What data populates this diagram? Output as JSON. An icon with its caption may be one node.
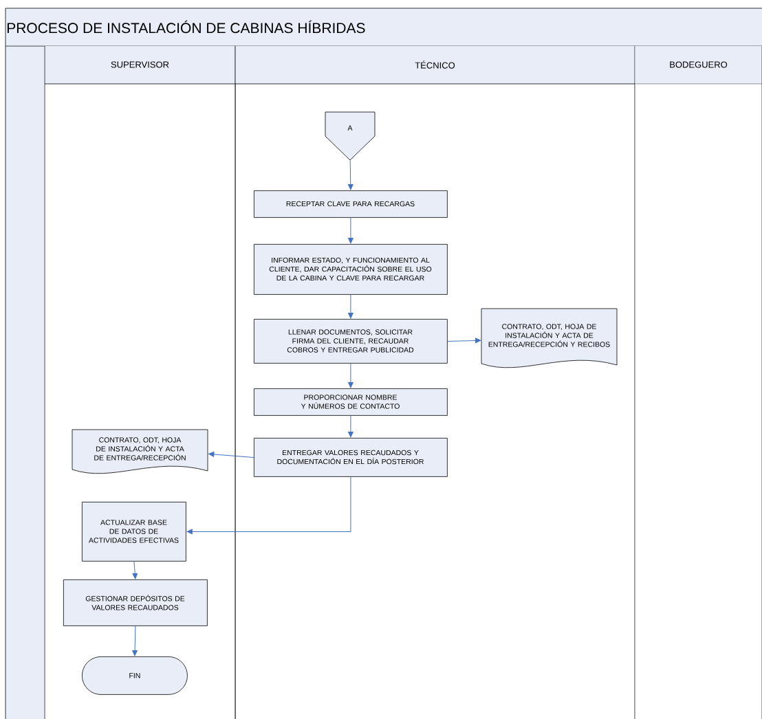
{
  "diagram": {
    "nodes": [
      {
        "text": [
          "PROCESO DE INSTALACIÓN DE CABINAS HÍBRIDAS"
        ]
      },
      {
        "text": [
          "SUPERVISOR"
        ],
        "in": 0
      },
      {
        "text": [
          "TÉCNICO"
        ],
        "in": 0
      },
      {
        "text": [
          "BODEGUERO"
        ],
        "in": 0
      },
      {
        "text": [
          "A"
        ],
        "in": 2
      },
      {
        "text": [
          "RECEPTAR CLAVE PARA RECARGAS"
        ],
        "in": 2
      },
      {
        "text": [
          "INFORMAR ESTADO, Y FUNCIONAMIENTO AL CLIENTE, DAR CAPACITACIÓN SOBRE EL USO DE LA CABINA Y CLAVE PARA RECARGAR"
        ],
        "in": 2
      },
      {
        "text": [
          "LLENAR DOCUMENTOS, SOLICITAR FIRMA DEL CLIENTE, RECAUDAR COBROS Y ENTREGAR PUBLICIDAD"
        ],
        "in": 2
      },
      {
        "text": [
          "CONTRATO, ODT, HOJA DE INSTALACIÓN Y ACTA DE ENTREGA/RECEPCIÓN Y RECIBOS"
        ],
        "in": 2
      },
      {
        "text": [
          "PROPORCIONAR NOMBRE Y NÚMEROS DE CONTACTO"
        ],
        "in": 2
      },
      {
        "text": [
          "CONTRATO, ODT, HOJA DE INSTALACIÓN Y ACTA DE ENTREGA/RECEPCIÓN"
        ],
        "in": 1
      },
      {
        "text": [
          "ENTREGAR VALORES RECAUDADOS Y DOCUMENTACIÓN EN EL DÍA POSTERIOR"
        ],
        "in": 2
      },
      {
        "text": [
          "ACTUALIZAR BASE DE DATOS DE ACTIVIDADES EFECTIVAS"
        ],
        "in": 1
      },
      {
        "text": [
          "GESTIONAR DEPÓSITOS DE VALORES RECAUDADOS"
        ],
        "in": 1
      },
      {
        "text": [
          "FIN"
        ],
        "in": 1
      }
    ],
    "edges": [
      {
        "from": 4,
        "to": 5,
        "arrow": "to"
      },
      {
        "from": 5,
        "to": 6,
        "arrow": "to"
      },
      {
        "from": 6,
        "to": 7,
        "arrow": "to"
      },
      {
        "from": 7,
        "to": 8,
        "arrow": "to"
      },
      {
        "from": 7,
        "to": 9,
        "arrow": "to"
      },
      {
        "from": 9,
        "to": 11,
        "arrow": "to"
      },
      {
        "from": 11,
        "to": 10,
        "arrow": "to"
      },
      {
        "from": 11,
        "to": 12,
        "arrow": "to"
      },
      {
        "from": 12,
        "to": 13,
        "arrow": "to"
      },
      {
        "from": 13,
        "to": 14,
        "arrow": "to"
      }
    ]
  }
}
